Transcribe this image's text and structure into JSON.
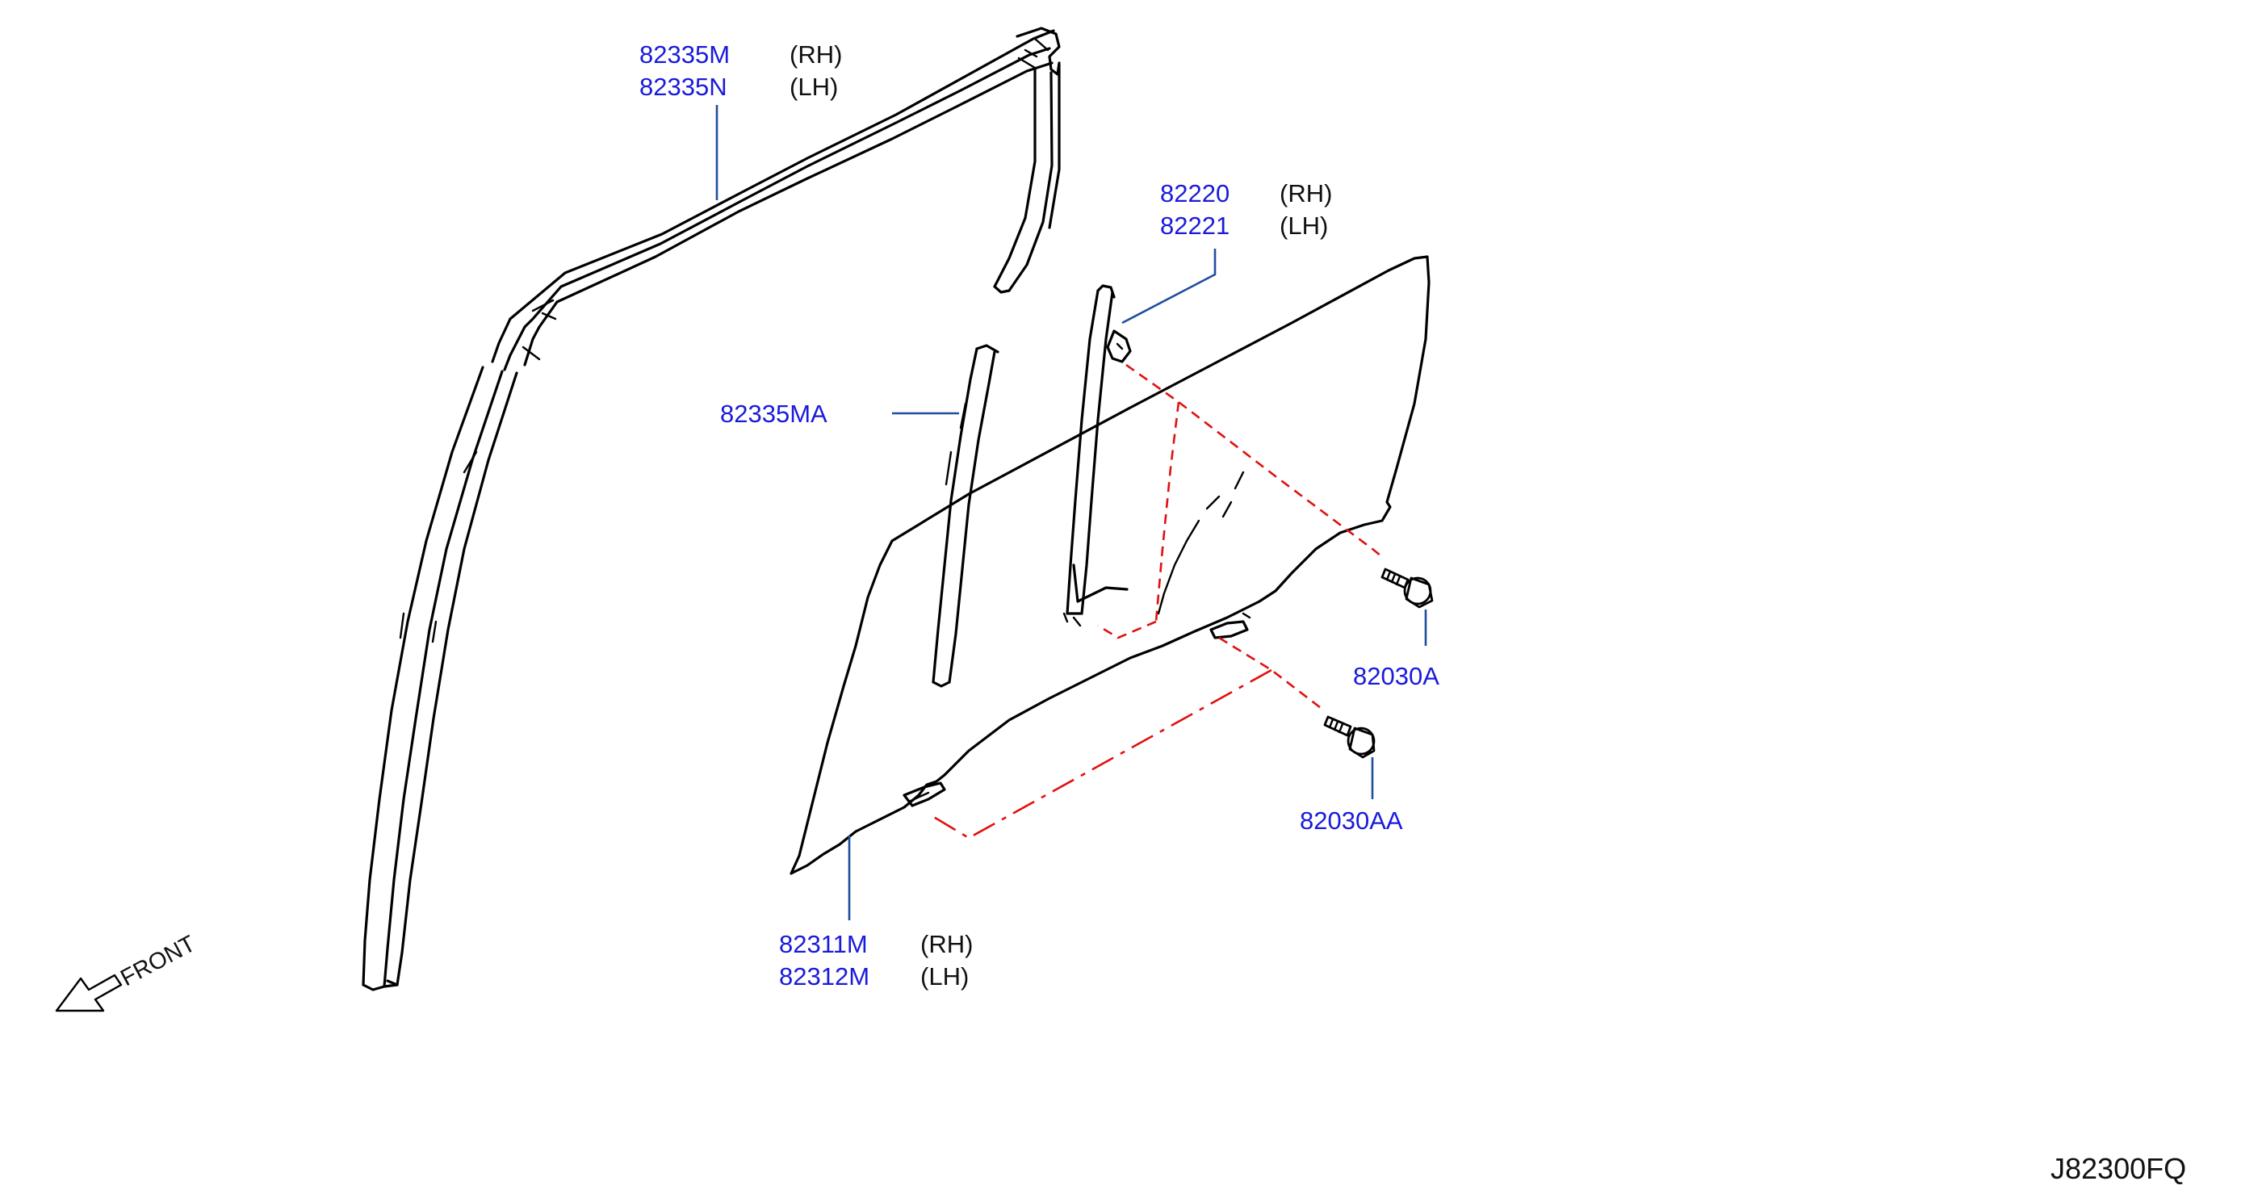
{
  "diagram": {
    "callouts": {
      "sash_top": {
        "rh_part": "82335M",
        "rh_side": "(RH)",
        "lh_part": "82335N",
        "lh_side": "(LH)"
      },
      "channel": {
        "rh_part": "82220",
        "rh_side": "(RH)",
        "lh_part": "82221",
        "lh_side": "(LH)"
      },
      "sash_rear": {
        "part": "82335MA"
      },
      "bolt_a": {
        "part": "82030A"
      },
      "bolt_aa": {
        "part": "82030AA"
      },
      "glass": {
        "rh_part": "82311M",
        "rh_side": "(RH)",
        "lh_part": "82312M",
        "lh_side": "(LH)"
      }
    },
    "front_label": "FRONT",
    "reference_code": "J82300FQ"
  },
  "colors": {
    "part_number": "#1a1adc",
    "leader_line": "#1f4e9e",
    "reference_line": "#e01010",
    "outline": "#000000"
  }
}
